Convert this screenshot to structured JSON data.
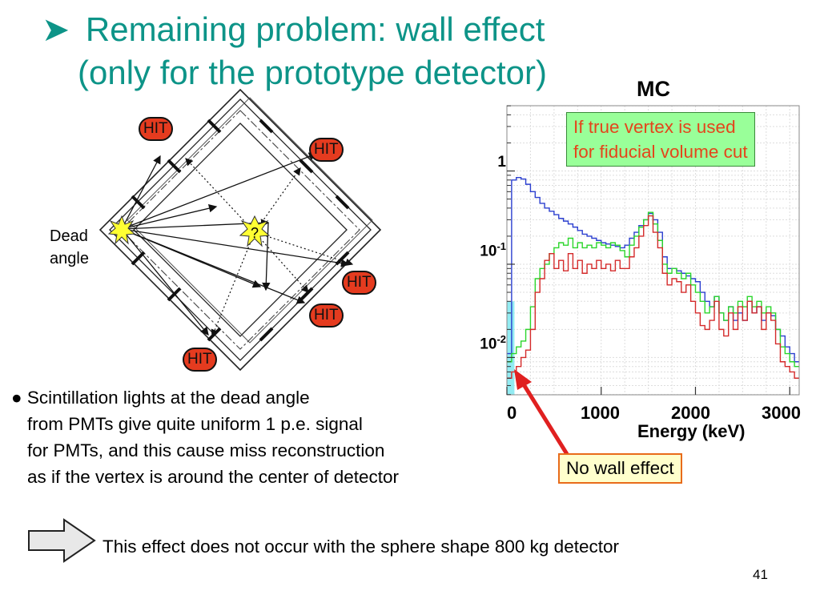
{
  "slide": {
    "title_line1": "Remaining problem: wall effect",
    "title_line2": "(only for the prototype detector)",
    "page_number": "41"
  },
  "diagram": {
    "hit_label": "HIT",
    "question_mark": "?",
    "dead_angle_line1": "Dead",
    "dead_angle_line2": "angle"
  },
  "bullets": {
    "lines": [
      "Scintillation lights at the dead angle",
      "from PMTs give quite uniform 1 p.e. signal",
      "for PMTs, and this cause miss reconstruction",
      "as if the vertex is around the center of detector"
    ]
  },
  "conclusion": "This effect does not occur with the sphere shape 800 kg detector",
  "callouts": {
    "fiducial_line1": "If true vertex is used",
    "fiducial_line2": "for fiducial volume cut",
    "no_wall_effect": "No wall effect"
  },
  "chart_data": {
    "type": "line",
    "title": "MC",
    "xlabel": "Energy (keV)",
    "ylabel": "",
    "xlim": [
      0,
      3100
    ],
    "xticks": [
      0,
      1000,
      2000,
      3000
    ],
    "ylim_log10": [
      -2.4,
      0.7
    ],
    "y_scale": "log",
    "yticks": [
      {
        "value": 1,
        "label_base": "1",
        "label_exp": ""
      },
      {
        "value": 0.1,
        "label_base": "10",
        "label_exp": "-1"
      },
      {
        "value": 0.01,
        "label_base": "10",
        "label_exp": "-2"
      }
    ],
    "grid": true,
    "series_colors": {
      "blue": "#2b3fcf",
      "green": "#2bd62b",
      "red": "#d42a2a"
    },
    "highlight_band_x": [
      0,
      80
    ],
    "x": [
      0,
      50,
      100,
      150,
      200,
      250,
      300,
      350,
      400,
      450,
      500,
      550,
      600,
      650,
      700,
      750,
      800,
      850,
      900,
      950,
      1000,
      1050,
      1100,
      1150,
      1200,
      1250,
      1300,
      1350,
      1400,
      1450,
      1500,
      1550,
      1600,
      1650,
      1700,
      1750,
      1800,
      1850,
      1900,
      1950,
      2000,
      2050,
      2100,
      2150,
      2200,
      2250,
      2300,
      2350,
      2400,
      2450,
      2500,
      2550,
      2600,
      2650,
      2700,
      2750,
      2800,
      2850,
      2900,
      2950,
      3000,
      3050
    ],
    "series": [
      {
        "color": "blue",
        "values": [
          0.011,
          0.8,
          0.85,
          0.82,
          0.72,
          0.6,
          0.52,
          0.45,
          0.4,
          0.37,
          0.34,
          0.31,
          0.29,
          0.27,
          0.25,
          0.23,
          0.21,
          0.2,
          0.19,
          0.18,
          0.17,
          0.165,
          0.16,
          0.155,
          0.15,
          0.16,
          0.19,
          0.22,
          0.26,
          0.3,
          0.35,
          0.3,
          0.22,
          0.12,
          0.09,
          0.09,
          0.085,
          0.08,
          0.075,
          0.07,
          0.065,
          0.05,
          0.04,
          0.035,
          0.045,
          0.03,
          0.025,
          0.035,
          0.025,
          0.03,
          0.025,
          0.04,
          0.03,
          0.035,
          0.025,
          0.03,
          0.028,
          0.02,
          0.017,
          0.013,
          0.011,
          0.009
        ]
      },
      {
        "color": "green",
        "values": [
          0.009,
          0.011,
          0.013,
          0.015,
          0.02,
          0.035,
          0.07,
          0.09,
          0.1,
          0.13,
          0.15,
          0.17,
          0.16,
          0.19,
          0.15,
          0.17,
          0.15,
          0.16,
          0.15,
          0.17,
          0.16,
          0.15,
          0.17,
          0.16,
          0.14,
          0.12,
          0.16,
          0.2,
          0.25,
          0.3,
          0.36,
          0.27,
          0.18,
          0.1,
          0.08,
          0.09,
          0.08,
          0.07,
          0.08,
          0.06,
          0.05,
          0.04,
          0.03,
          0.035,
          0.045,
          0.03,
          0.025,
          0.035,
          0.03,
          0.04,
          0.035,
          0.045,
          0.035,
          0.04,
          0.03,
          0.035,
          0.03,
          0.02,
          0.013,
          0.011,
          0.009,
          0.008
        ]
      },
      {
        "color": "red",
        "values": [
          0.006,
          0.007,
          0.008,
          0.01,
          0.012,
          0.02,
          0.05,
          0.07,
          0.11,
          0.13,
          0.09,
          0.11,
          0.085,
          0.13,
          0.09,
          0.11,
          0.08,
          0.1,
          0.09,
          0.11,
          0.09,
          0.1,
          0.085,
          0.11,
          0.09,
          0.09,
          0.12,
          0.15,
          0.2,
          0.26,
          0.33,
          0.22,
          0.15,
          0.08,
          0.06,
          0.07,
          0.065,
          0.05,
          0.06,
          0.04,
          0.03,
          0.022,
          0.02,
          0.025,
          0.04,
          0.02,
          0.017,
          0.03,
          0.02,
          0.035,
          0.025,
          0.04,
          0.03,
          0.035,
          0.02,
          0.03,
          0.025,
          0.014,
          0.009,
          0.008,
          0.007,
          0.006
        ]
      }
    ]
  }
}
